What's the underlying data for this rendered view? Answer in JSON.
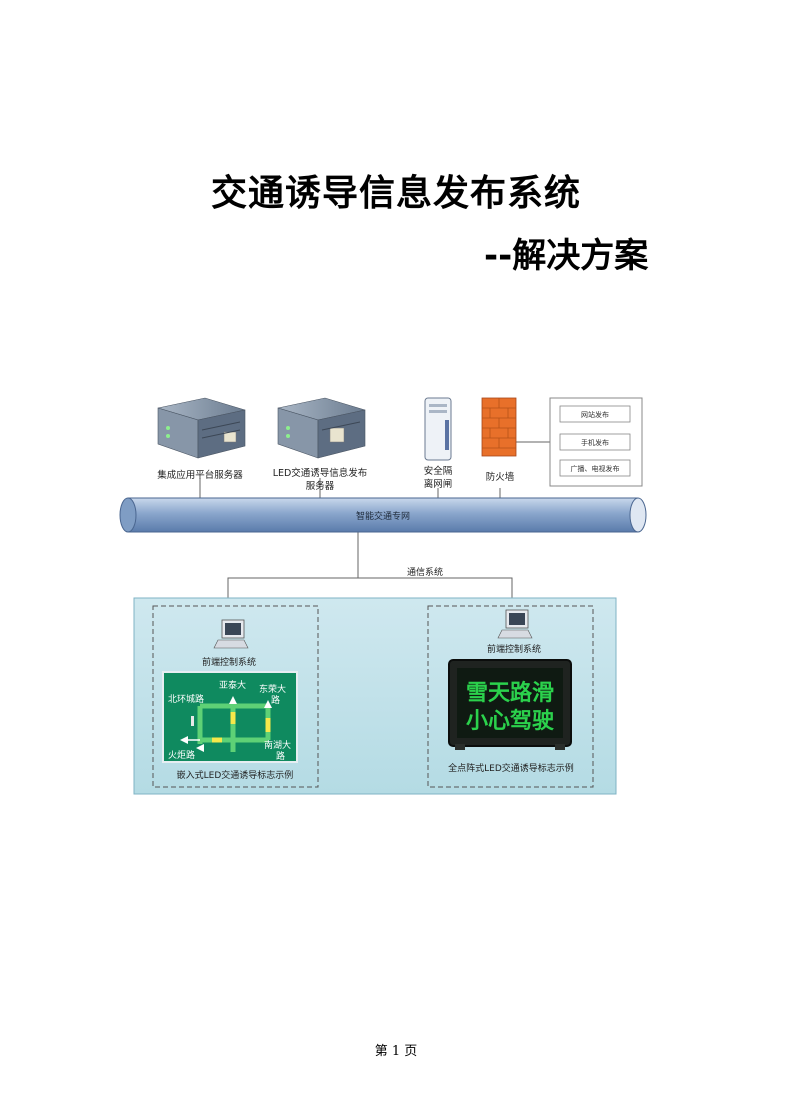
{
  "title": "交通诱导信息发布系统",
  "subtitle": "--解决方案",
  "diagram": {
    "servers": {
      "app_server": "集成应用平台服务器",
      "led_server_line1": "LED交通诱导信息发布",
      "led_server_line2": "服务器",
      "gateway_line1": "安全隔",
      "gateway_line2": "离网闸",
      "firewall": "防火墙"
    },
    "publish_box": [
      "网站发布",
      "手机发布",
      "广播、电视发布"
    ],
    "network_label": "智能交通专网",
    "comm_label": "通信系统",
    "left_panel": {
      "control": "前端控制系统",
      "caption": "嵌入式LED交通诱导标志示例",
      "roads": {
        "north_ring": "北环城路",
        "yatai": "亚泰大",
        "dongrong_line1": "东荣大",
        "dongrong_line2": "路",
        "nanhu_line1": "南湖大",
        "nanhu_line2": "路",
        "huoju": "火炬路"
      }
    },
    "right_panel": {
      "control": "前端控制系统",
      "caption": "全点阵式LED交通诱导标志示例",
      "led_line1": "雪天路滑",
      "led_line2": "小心驾驶"
    }
  },
  "footer": "第 1 页",
  "colors": {
    "network_pipe": "#7f9dc4",
    "panel_bg": "#bfe0e8",
    "map_green": "#0f8a5f",
    "road_yellow": "#f5e84a",
    "led_text": "#2bd14c",
    "firewall": "#e8702a"
  }
}
